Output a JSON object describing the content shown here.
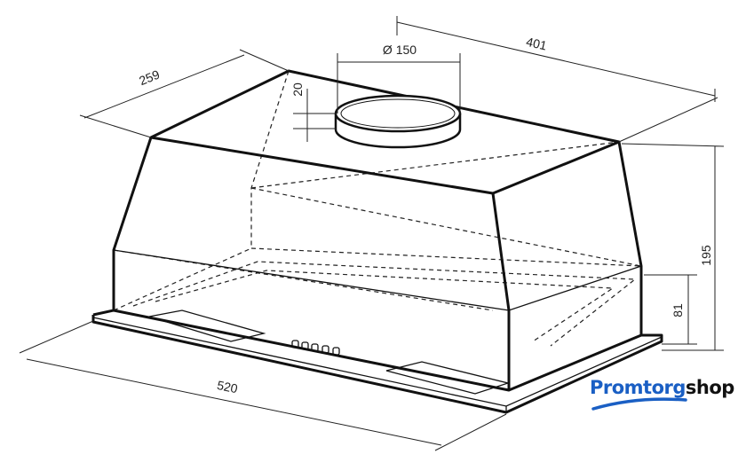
{
  "drawing": {
    "dimensions": {
      "width": "520",
      "depth": "259",
      "top_depth": "401",
      "duct_diameter": "Ø 150",
      "duct_height": "20",
      "total_height": "195",
      "lower_height": "81"
    }
  },
  "logo": {
    "part1": "Promtorg",
    "part2": "shop"
  },
  "colors": {
    "brand_blue": "#1a5fc4",
    "line": "#111111"
  }
}
